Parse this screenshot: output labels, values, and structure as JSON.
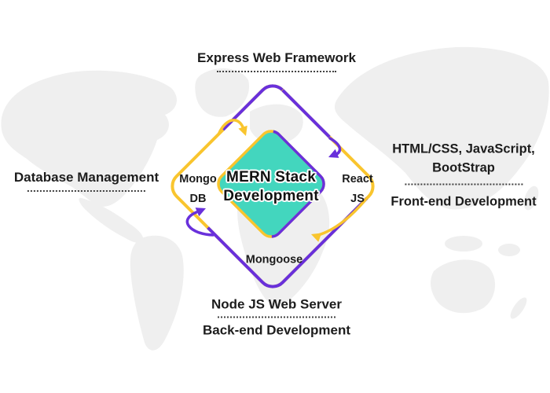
{
  "colors": {
    "purple": "#6930DB",
    "yellow": "#F9C52E",
    "teal": "#43D6BE",
    "map_gray": "#EFEFEF",
    "text": "#1C1C1C",
    "background": "#FFFFFF"
  },
  "center": {
    "line1": "MERN Stack",
    "line2": "Development"
  },
  "nodes": {
    "mongo_line1": "Mongo",
    "mongo_line2": "DB",
    "react_line1": "React",
    "react_line2": "JS",
    "mongoose": "Mongoose"
  },
  "labels": {
    "top": {
      "title": "Express Web Framework"
    },
    "left": {
      "title": "Database Management"
    },
    "right": {
      "line1": "HTML/CSS, JavaScript,",
      "line2": "BootStrap",
      "subtitle": "Front-end Development"
    },
    "bottom": {
      "title": "Node JS Web Server",
      "subtitle": "Back-end Development"
    }
  }
}
